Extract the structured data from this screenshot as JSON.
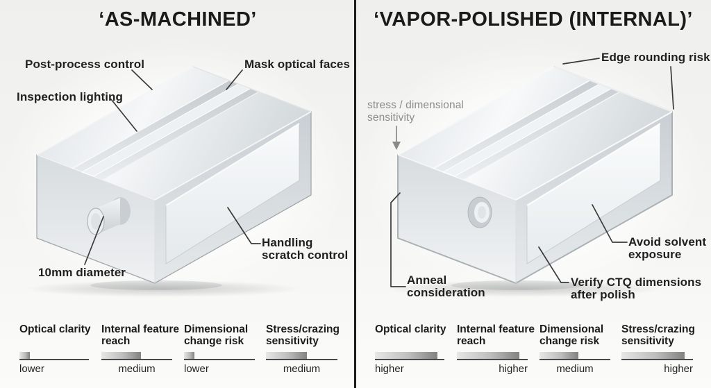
{
  "colors": {
    "background": "#f4f4f2",
    "divider": "#1c1c1c",
    "label_text": "#1f1f1f",
    "muted_label": "#8d8d8d",
    "leader_line": "#3a3a3a",
    "bar_track": "#4a4a4a",
    "bar_fill_light": "#e7e7e7",
    "bar_fill_dark": "#828282"
  },
  "panels": [
    {
      "title": "‘AS-MACHINED’",
      "callouts": [
        {
          "label": "Post-process control"
        },
        {
          "label": "Mask optical faces"
        },
        {
          "label": "Inspection lighting"
        },
        {
          "label": "10mm diameter"
        },
        {
          "label": "Handling scratch control"
        }
      ],
      "metrics": [
        {
          "name": "Optical clarity",
          "level": "lower",
          "fill_pct": 15
        },
        {
          "name": "Internal feature reach",
          "level": "medium",
          "fill_pct": 56
        },
        {
          "name": "Dimensional change risk",
          "level": "lower",
          "fill_pct": 15
        },
        {
          "name": "Stress/crazing sensitivity",
          "level": "medium",
          "fill_pct": 57
        }
      ]
    },
    {
      "title": "‘VAPOR-POLISHED (INTERNAL)’",
      "callouts": [
        {
          "label": "Edge rounding risk"
        },
        {
          "label": "stress / dimensional sensitivity"
        },
        {
          "label": "Avoid solvent exposure"
        },
        {
          "label": "Verify CTQ dimensions after polish"
        },
        {
          "label": "Anneal consideration"
        }
      ],
      "metrics": [
        {
          "name": "Optical clarity",
          "level": "higher",
          "fill_pct": 90
        },
        {
          "name": "Internal feature reach",
          "level": "higher",
          "fill_pct": 88
        },
        {
          "name": "Dimensional change risk",
          "level": "medium",
          "fill_pct": 55
        },
        {
          "name": "Stress/crazing sensitivity",
          "level": "higher",
          "fill_pct": 88
        }
      ]
    }
  ]
}
